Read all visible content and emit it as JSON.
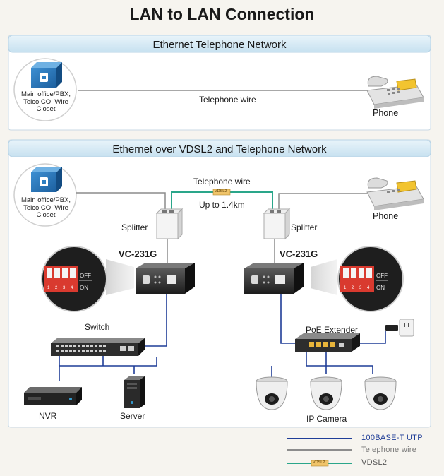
{
  "title": "LAN to LAN Connection",
  "panel1": {
    "title": "Ethernet Telephone Network",
    "office_label": "Main office/PBX, Telco CO, Wire Closet",
    "wire_label": "Telephone wire",
    "phone_label": "Phone"
  },
  "panel2": {
    "title": "Ethernet over VDSL2 and Telephone Network",
    "office_label": "Main office/PBX, Telco CO, Wire Closet",
    "wire_label": "Telephone wire",
    "distance_label": "Up to 1.4km",
    "vdsl_tag": "VDSL2",
    "phone_label": "Phone",
    "splitter_left": "Splitter",
    "splitter_right": "Splitter",
    "device_left": "VC-231G",
    "device_right": "VC-231G",
    "dip_off": "OFF",
    "dip_on": "ON",
    "dip_numbers": [
      "1",
      "2",
      "3",
      "4"
    ],
    "switch_label": "Switch",
    "nvr_label": "NVR",
    "server_label": "Server",
    "poe_label": "PoE Extender",
    "camera_label": "IP Camera"
  },
  "legend": {
    "utp": "100BASE-T UTP",
    "telephone": "Telephone wire",
    "vdsl": "VDSL2",
    "vdsl_tag": "VDSL2"
  },
  "colors": {
    "utp": "#1f3d97",
    "telephone": "#8c8c8c",
    "vdsl": "#2aa68a",
    "panel_header": "#cfe6f3",
    "office_box": "#2f7fc1"
  }
}
